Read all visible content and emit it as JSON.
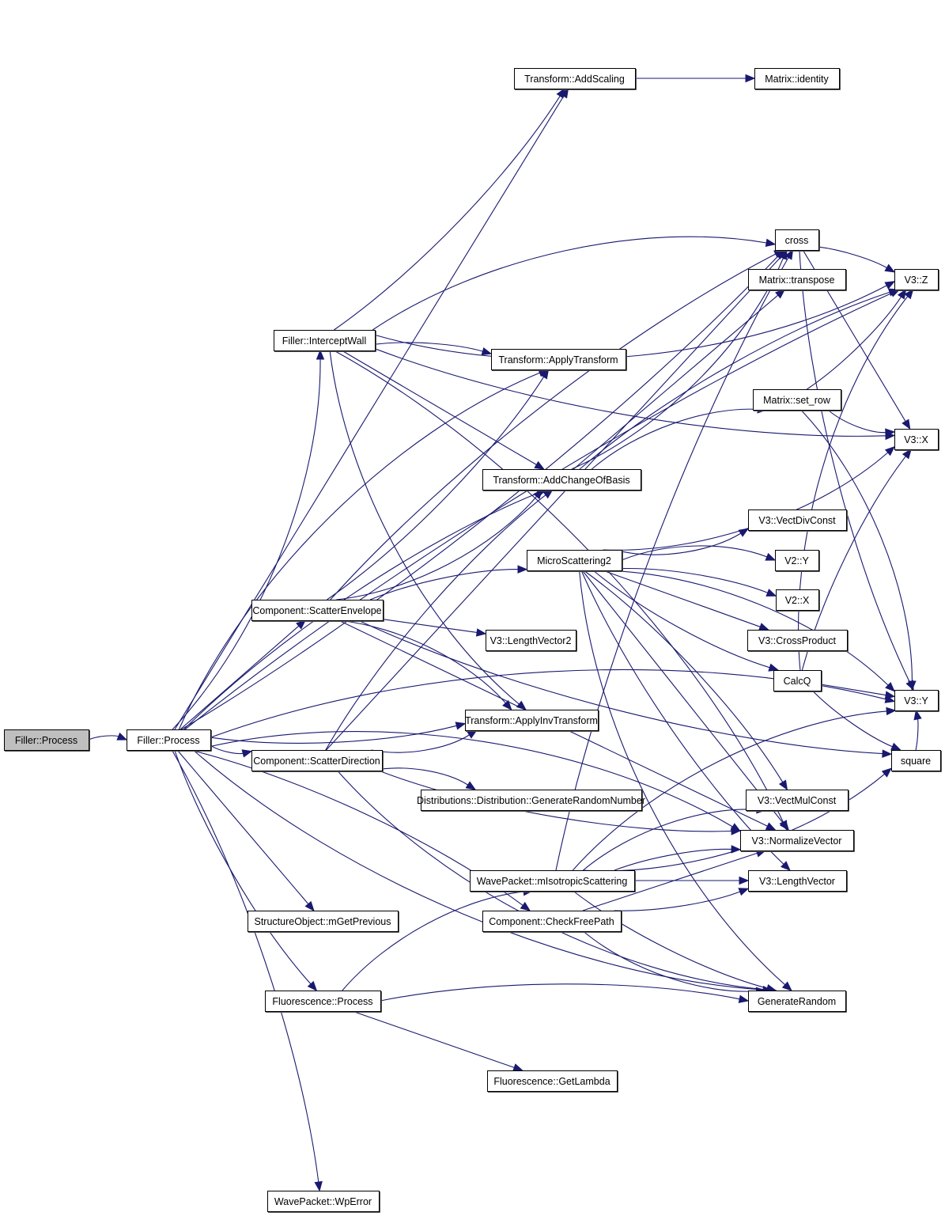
{
  "title": "Filler::Process call graph",
  "colors": {
    "edge": "#191970",
    "root_fill": "#bfbfbf",
    "node_fill": "#ffffff",
    "border": "#000000"
  },
  "nodes": [
    {
      "id": "root",
      "label": "Filler::Process",
      "root": true
    },
    {
      "id": "fp",
      "label": "Filler::Process"
    },
    {
      "id": "addscaling",
      "label": "Transform::AddScaling"
    },
    {
      "id": "identity",
      "label": "Matrix::identity"
    },
    {
      "id": "cross",
      "label": "cross"
    },
    {
      "id": "v3z",
      "label": "V3::Z"
    },
    {
      "id": "transpose",
      "label": "Matrix::transpose"
    },
    {
      "id": "intercept",
      "label": "Filler::InterceptWall"
    },
    {
      "id": "applytransform",
      "label": "Transform::ApplyTransform"
    },
    {
      "id": "setrow",
      "label": "Matrix::set_row"
    },
    {
      "id": "v3x",
      "label": "V3::X"
    },
    {
      "id": "changeofbasis",
      "label": "Transform::AddChangeOfBasis"
    },
    {
      "id": "vectdiv",
      "label": "V3::VectDivConst"
    },
    {
      "id": "micro",
      "label": "MicroScattering2"
    },
    {
      "id": "v2y",
      "label": "V2::Y"
    },
    {
      "id": "v2x",
      "label": "V2::X"
    },
    {
      "id": "scatterenv",
      "label": "Component::ScatterEnvelope"
    },
    {
      "id": "lenvec2",
      "label": "V3::LengthVector2"
    },
    {
      "id": "crossprod",
      "label": "V3::CrossProduct"
    },
    {
      "id": "calcq",
      "label": "CalcQ"
    },
    {
      "id": "v3y",
      "label": "V3::Y"
    },
    {
      "id": "applyinv",
      "label": "Transform::ApplyInvTransform"
    },
    {
      "id": "scatterdir",
      "label": "Component::ScatterDirection"
    },
    {
      "id": "square",
      "label": "square"
    },
    {
      "id": "genrandnum",
      "label": "Distributions::Distribution::GenerateRandomNumber"
    },
    {
      "id": "vectmul",
      "label": "V3::VectMulConst"
    },
    {
      "id": "normalize",
      "label": "V3::NormalizeVector"
    },
    {
      "id": "isotropic",
      "label": "WavePacket::mIsotropicScattering"
    },
    {
      "id": "lenvec",
      "label": "V3::LengthVector"
    },
    {
      "id": "getprev",
      "label": "StructureObject::mGetPrevious"
    },
    {
      "id": "checkfree",
      "label": "Component::CheckFreePath"
    },
    {
      "id": "fluorproc",
      "label": "Fluorescence::Process"
    },
    {
      "id": "genrandom",
      "label": "GenerateRandom"
    },
    {
      "id": "getlambda",
      "label": "Fluorescence::GetLambda"
    },
    {
      "id": "wperror",
      "label": "WavePacket::WpError"
    }
  ],
  "edges": [
    [
      "root",
      "fp"
    ],
    [
      "fp",
      "v3z"
    ],
    [
      "fp",
      "addscaling"
    ],
    [
      "fp",
      "cross"
    ],
    [
      "fp",
      "intercept"
    ],
    [
      "fp",
      "applytransform"
    ],
    [
      "fp",
      "changeofbasis"
    ],
    [
      "fp",
      "scatterenv"
    ],
    [
      "fp",
      "applyinv"
    ],
    [
      "fp",
      "scatterdir"
    ],
    [
      "fp",
      "normalize"
    ],
    [
      "fp",
      "checkfree"
    ],
    [
      "fp",
      "getprev"
    ],
    [
      "fp",
      "fluorproc"
    ],
    [
      "fp",
      "genrandom"
    ],
    [
      "fp",
      "v3y"
    ],
    [
      "fp",
      "wperror"
    ],
    [
      "addscaling",
      "identity"
    ],
    [
      "intercept",
      "addscaling"
    ],
    [
      "intercept",
      "v3z"
    ],
    [
      "intercept",
      "cross"
    ],
    [
      "intercept",
      "applytransform"
    ],
    [
      "intercept",
      "changeofbasis"
    ],
    [
      "intercept",
      "v3x"
    ],
    [
      "intercept",
      "applyinv"
    ],
    [
      "intercept",
      "normalize"
    ],
    [
      "cross",
      "v3z"
    ],
    [
      "cross",
      "v3x"
    ],
    [
      "cross",
      "v3y"
    ],
    [
      "changeofbasis",
      "cross"
    ],
    [
      "changeofbasis",
      "setrow"
    ],
    [
      "changeofbasis",
      "v3z"
    ],
    [
      "changeofbasis",
      "transpose"
    ],
    [
      "setrow",
      "v3z"
    ],
    [
      "setrow",
      "v3x"
    ],
    [
      "setrow",
      "v3y"
    ],
    [
      "scatterenv",
      "micro"
    ],
    [
      "scatterenv",
      "lenvec2"
    ],
    [
      "scatterenv",
      "applytransform"
    ],
    [
      "scatterenv",
      "changeofbasis"
    ],
    [
      "scatterenv",
      "applyinv"
    ],
    [
      "scatterenv",
      "cross"
    ],
    [
      "scatterenv",
      "normalize"
    ],
    [
      "scatterenv",
      "square"
    ],
    [
      "micro",
      "vectdiv"
    ],
    [
      "micro",
      "v2y"
    ],
    [
      "micro",
      "v2x"
    ],
    [
      "micro",
      "crossprod"
    ],
    [
      "micro",
      "calcq"
    ],
    [
      "micro",
      "v3x"
    ],
    [
      "micro",
      "v3y"
    ],
    [
      "micro",
      "vectmul"
    ],
    [
      "micro",
      "normalize"
    ],
    [
      "micro",
      "lenvec"
    ],
    [
      "micro",
      "genrandom"
    ],
    [
      "calcq",
      "v3z"
    ],
    [
      "calcq",
      "v3x"
    ],
    [
      "calcq",
      "v3y"
    ],
    [
      "calcq",
      "square"
    ],
    [
      "scatterdir",
      "applyinv"
    ],
    [
      "scatterdir",
      "genrandnum"
    ],
    [
      "scatterdir",
      "changeofbasis"
    ],
    [
      "scatterdir",
      "cross"
    ],
    [
      "scatterdir",
      "normalize"
    ],
    [
      "scatterdir",
      "genrandom"
    ],
    [
      "isotropic",
      "vectmul"
    ],
    [
      "isotropic",
      "normalize"
    ],
    [
      "isotropic",
      "lenvec"
    ],
    [
      "isotropic",
      "genrandom"
    ],
    [
      "isotropic",
      "square"
    ],
    [
      "isotropic",
      "v3y"
    ],
    [
      "isotropic",
      "cross"
    ],
    [
      "checkfree",
      "normalize"
    ],
    [
      "checkfree",
      "lenvec"
    ],
    [
      "checkfree",
      "genrandom"
    ],
    [
      "fluorproc",
      "isotropic"
    ],
    [
      "fluorproc",
      "genrandom"
    ],
    [
      "fluorproc",
      "getlambda"
    ],
    [
      "square",
      "v3y"
    ]
  ]
}
